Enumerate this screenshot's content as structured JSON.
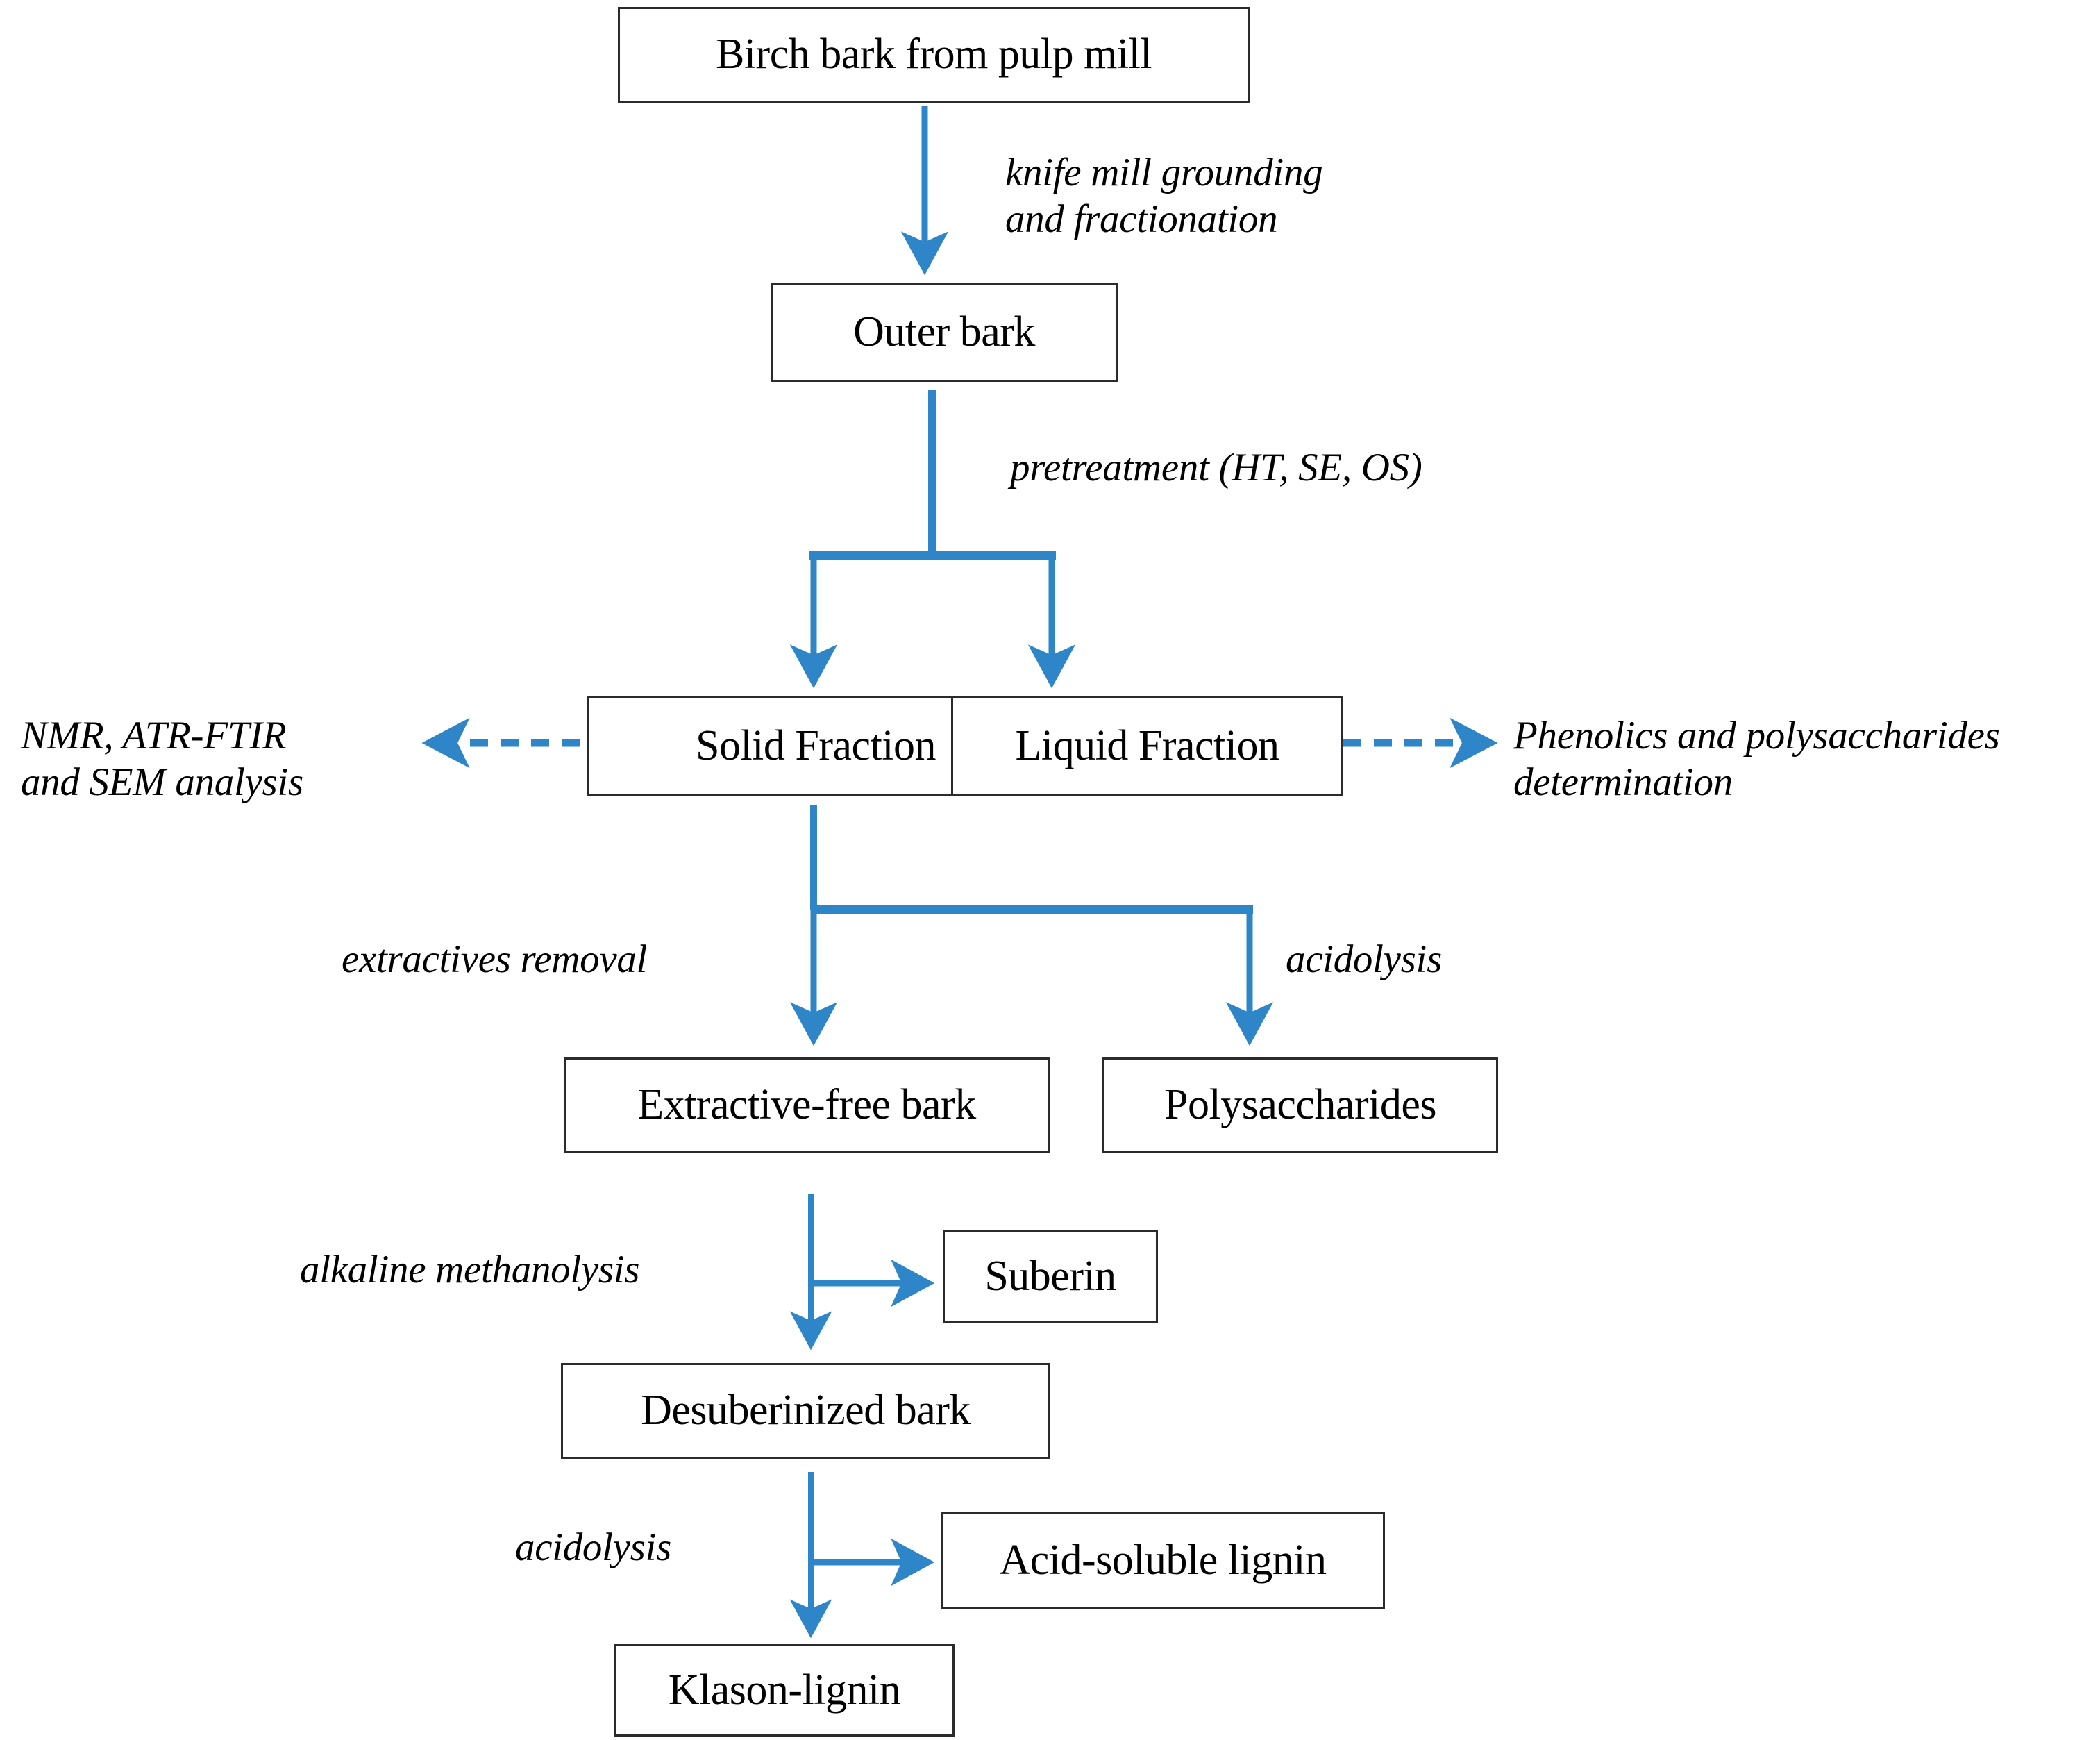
{
  "diagram": {
    "title_present": false,
    "accent_color": "#2E86C8",
    "box_border_color": "#2b2b2b",
    "text_color": "#000000",
    "background": "#ffffff",
    "nodes": [
      {
        "id": "birch-bark",
        "label": "Birch bark from pulp mill"
      },
      {
        "id": "outer-bark",
        "label": "Outer bark"
      },
      {
        "id": "solid-fraction",
        "label": "Solid Fraction"
      },
      {
        "id": "liquid-fraction",
        "label": "Liquid Fraction"
      },
      {
        "id": "extractive-free-bark",
        "label": "Extractive-free bark"
      },
      {
        "id": "polysaccharides",
        "label": "Polysaccharides"
      },
      {
        "id": "suberin",
        "label": "Suberin"
      },
      {
        "id": "desuberinized-bark",
        "label": "Desuberinized bark"
      },
      {
        "id": "acid-soluble-lignin",
        "label": "Acid-soluble lignin"
      },
      {
        "id": "klason-lignin",
        "label": "Klason-lignin"
      }
    ],
    "edge_labels": [
      {
        "id": "knife-mill",
        "text": "knife mill grounding\nand fractionation"
      },
      {
        "id": "pretreatment",
        "text": "pretreatment (HT, SE, OS)"
      },
      {
        "id": "nmr-analysis",
        "text": "NMR, ATR-FTIR\nand SEM analysis"
      },
      {
        "id": "phenolics",
        "text": "Phenolics and polysaccharides\ndetermination"
      },
      {
        "id": "extractives-removal",
        "text": "extractives removal"
      },
      {
        "id": "acidolysis-upper",
        "text": "acidolysis"
      },
      {
        "id": "alkaline-methanolysis",
        "text": "alkaline methanolysis"
      },
      {
        "id": "acidolysis-lower",
        "text": "acidolysis"
      }
    ]
  }
}
